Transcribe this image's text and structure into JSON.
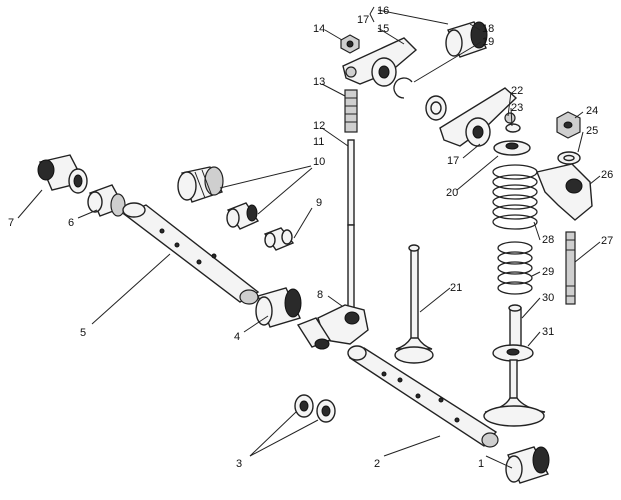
{
  "labels": [
    "1",
    "2",
    "3",
    "4",
    "5",
    "6",
    "7",
    "8",
    "9",
    "10",
    "11",
    "12",
    "13",
    "14",
    "15",
    "16",
    "17",
    "18",
    "19",
    "20",
    "21",
    "22",
    "23",
    "24",
    "25",
    "26",
    "27",
    "28",
    "29",
    "30",
    "31"
  ],
  "label_17b": "17"
}
